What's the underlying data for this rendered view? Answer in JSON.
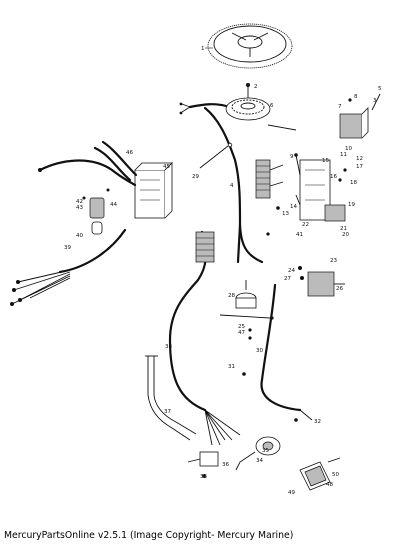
{
  "caption": "MercuryPartsOnline v2.5.1 (Image Copyright- Mercury Marine)",
  "callouts": {
    "c1": "1",
    "c2": "2",
    "c3": "3",
    "c4": "4",
    "c5": "5",
    "c6": "6",
    "c7": "7",
    "c8": "8",
    "c9": "9",
    "c10": "10",
    "c11": "11",
    "c12": "12",
    "c13": "13",
    "c14": "14",
    "c15": "15",
    "c16": "16",
    "c17": "17",
    "c18": "18",
    "c19": "19",
    "c20": "20",
    "c21": "21",
    "c22": "22",
    "c23": "23",
    "c24": "24",
    "c25": "25",
    "c26": "26",
    "c27": "27",
    "c28": "28",
    "c29": "29",
    "c30": "30",
    "c31": "31",
    "c32": "32",
    "c33": "33",
    "c34": "34",
    "c35": "35",
    "c36": "36",
    "c37": "37",
    "c38": "38",
    "c39": "39",
    "c40": "40",
    "c41": "41",
    "c42": "42",
    "c43": "43",
    "c44": "44",
    "c45": "45",
    "c46": "46",
    "c47": "47",
    "c48": "48",
    "c49": "49",
    "c50": "50"
  }
}
